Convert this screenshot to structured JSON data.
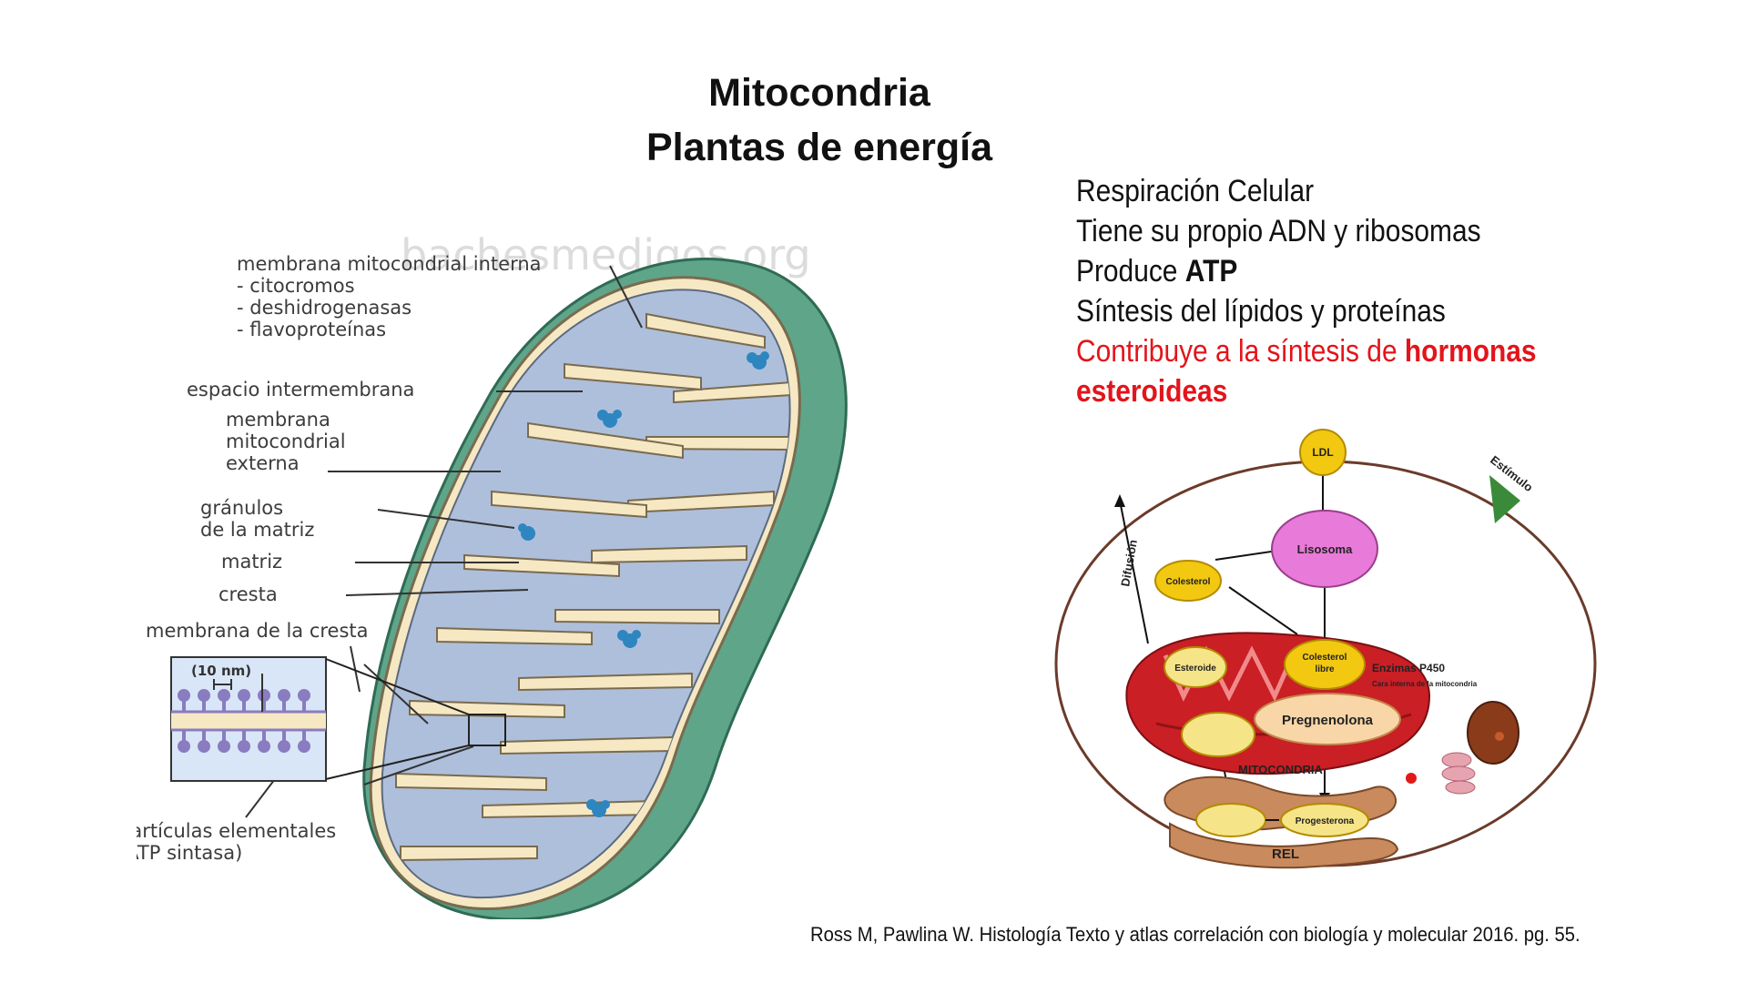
{
  "title": {
    "line1": "Mitocondria",
    "line2": "Plantas de energía"
  },
  "bullets": {
    "b1": "Respiración Celular",
    "b2": "Tiene su propio ADN y ribosomas",
    "b3_prefix": "Produce ",
    "b3_bold": "ATP",
    "b4": "Síntesis del lípidos y proteínas",
    "b5_prefix": "Contribuye a la síntesis de ",
    "b5_bold": "hormonas esteroideas"
  },
  "citation": "Ross M, Pawlina W.  Histología Texto y atlas  correlación con biología y molecular 2016. pg. 55.",
  "mito_diagram": {
    "watermark": "bachesmedigos.org",
    "labels": {
      "inner_membrane": "membrana mitocondrial interna",
      "inner_item1": "- citocromos",
      "inner_item2": "- deshidrogenasas",
      "inner_item3": "- flavoproteínas",
      "intermembrane": "espacio intermembrana",
      "outer_l1": "membrana",
      "outer_l2": "mitocondrial",
      "outer_l3": "externa",
      "granules_l1": "gránulos",
      "granules_l2": "de la matriz",
      "matrix": "matriz",
      "crest": "cresta",
      "crest_membrane": "membrana de la cresta",
      "scale": "(10 nm)",
      "particles_l1": "partículas elementales",
      "particles_l2": "(ATP sintasa)"
    },
    "colors": {
      "outer": "#5fa58a",
      "membrane": "#f6e8c3",
      "matrix": "#aebfdb",
      "granule": "#2e86c1"
    }
  },
  "steroid_diagram": {
    "labels": {
      "ldl": "LDL",
      "stimulus": "Estímulo",
      "lysosome": "Lisosoma",
      "cholesterol": "Colesterol",
      "diffusion": "Difusión",
      "free_chol_l1": "Colesterol",
      "free_chol_l2": "libre",
      "enzymes": "Enzimas P450",
      "enzymes_sub": "Cara interna de la mitocondria",
      "steroid": "Esteroide",
      "pregnenolone": "Pregnenolona",
      "mitochondria": "MITOCONDRIA",
      "progesterone": "Progesterona",
      "rel": "REL"
    },
    "colors": {
      "yellow": "#f2c811",
      "pink": "#e87ad9",
      "mito": "#c91f25",
      "rel": "#c98a5d",
      "stimulus": "#3b8a3a"
    }
  }
}
